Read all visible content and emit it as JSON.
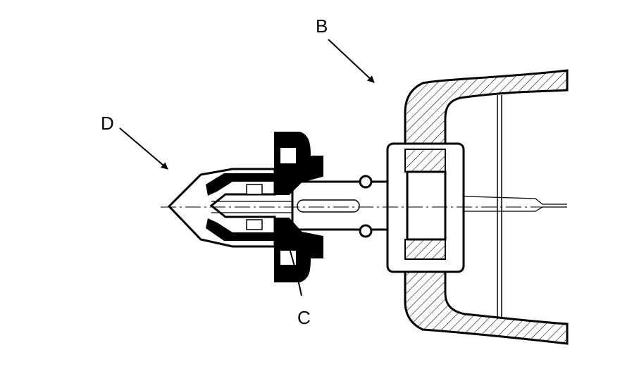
{
  "diagram": {
    "labels": {
      "b": "B",
      "c": "C",
      "d": "D"
    },
    "colors": {
      "ink": "#000000",
      "paper": "#ffffff"
    }
  }
}
